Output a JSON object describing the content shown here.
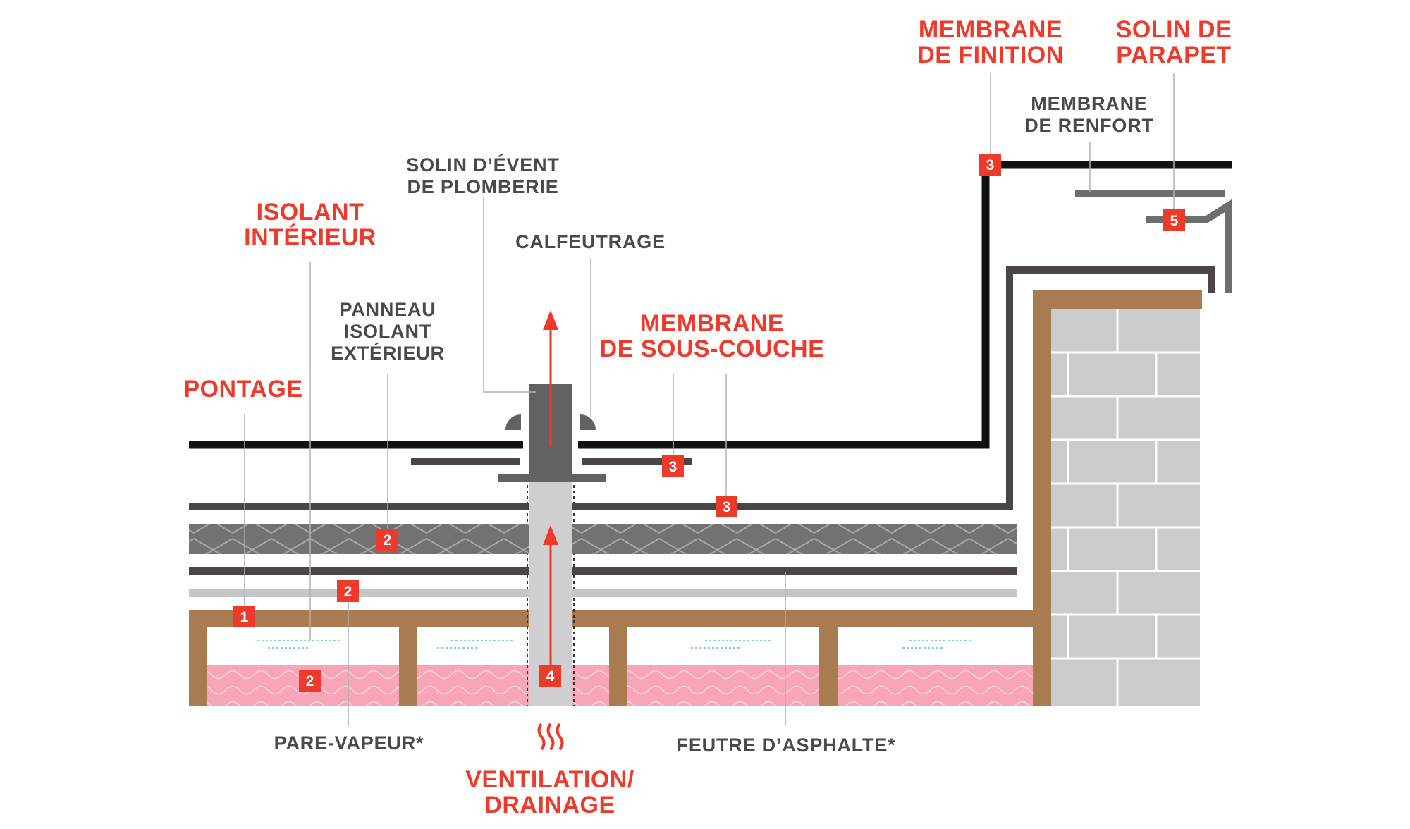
{
  "colors": {
    "accent_red": "#ee3a2a",
    "label_gray": "#4a4a4a",
    "wood": "#a97b50",
    "insulation_pink": "#f6a6b8",
    "brick": "#cacbcd",
    "membrane_dark": "#1a1a1a",
    "layer_gray": "#6e6e6e"
  },
  "labels": {
    "membrane_finition": [
      "MEMBRANE",
      "DE FINITION"
    ],
    "solin_parapet": [
      "SOLIN DE",
      "PARAPET"
    ],
    "membrane_renfort": [
      "MEMBRANE",
      "DE RENFORT"
    ],
    "solin_event": [
      "SOLIN D’ÉVENT",
      "DE PLOMBERIE"
    ],
    "isolant_interieur": [
      "ISOLANT",
      "INTÉRIEUR"
    ],
    "calfeutrage": "CALFEUTRAGE",
    "panneau_isolant": [
      "PANNEAU",
      "ISOLANT",
      "EXTÉRIEUR"
    ],
    "membrane_sous_couche": [
      "MEMBRANE",
      "DE SOUS-COUCHE"
    ],
    "pontage": "PONTAGE",
    "pare_vapeur": "PARE-VAPEUR*",
    "feutre_asphalte": "FEUTRE D’ASPHALTE*",
    "ventilation": [
      "VENTILATION/",
      "DRAINAGE"
    ]
  },
  "badges": [
    {
      "id": "finition",
      "number": "3"
    },
    {
      "id": "parapet",
      "number": "5"
    },
    {
      "id": "sous-couche-upper",
      "number": "3"
    },
    {
      "id": "sous-couche-lower",
      "number": "3"
    },
    {
      "id": "panneau",
      "number": "2"
    },
    {
      "id": "pare-vapeur",
      "number": "2"
    },
    {
      "id": "pontage",
      "number": "1"
    },
    {
      "id": "isolant",
      "number": "2"
    },
    {
      "id": "ventilation",
      "number": "4"
    }
  ],
  "icons": [
    "vent-arrow-icon",
    "heat-waves-icon"
  ]
}
